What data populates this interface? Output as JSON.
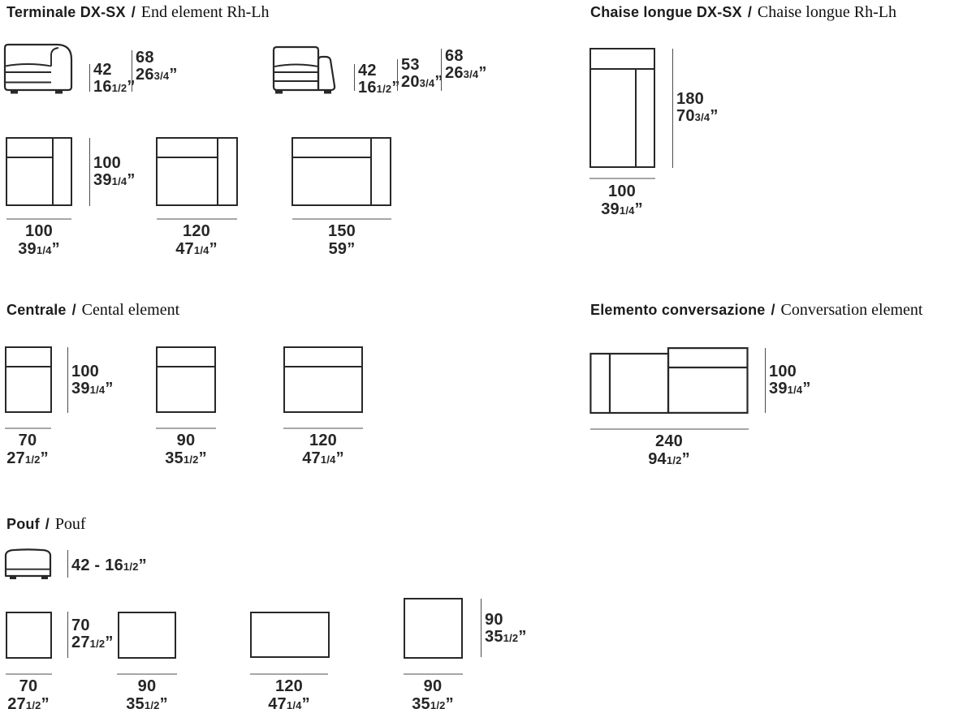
{
  "glyphs": {
    "inch": "”",
    "sep": "/"
  },
  "terminale": {
    "title_it": "Terminale DX-SX",
    "title_en": "End element Rh-Lh",
    "side1": {
      "dims": [
        {
          "cm": "42",
          "in": "16",
          "frac": "1/2"
        },
        {
          "cm": "68",
          "in": "26",
          "frac": "3/4"
        }
      ]
    },
    "side2": {
      "dims": [
        {
          "cm": "42",
          "in": "16",
          "frac": "1/2"
        },
        {
          "cm": "53",
          "in": "20",
          "frac": "3/4"
        },
        {
          "cm": "68",
          "in": "26",
          "frac": "3/4"
        }
      ]
    },
    "plans": [
      {
        "width": {
          "cm": "100",
          "in": "39",
          "frac": "1/4"
        },
        "height": {
          "cm": "100",
          "in": "39",
          "frac": "1/4"
        }
      },
      {
        "width": {
          "cm": "120",
          "in": "47",
          "frac": "1/4"
        }
      },
      {
        "width": {
          "cm": "150",
          "in": "59",
          "frac": ""
        }
      }
    ]
  },
  "chaise": {
    "title_it": "Chaise longue DX-SX",
    "title_en": "Chaise longue Rh-Lh",
    "height": {
      "cm": "180",
      "in": "70",
      "frac": "3/4"
    },
    "width": {
      "cm": "100",
      "in": "39",
      "frac": "1/4"
    }
  },
  "centrale": {
    "title_it": "Centrale",
    "title_en": "Cental element",
    "height": {
      "cm": "100",
      "in": "39",
      "frac": "1/4"
    },
    "plans": [
      {
        "width": {
          "cm": "70",
          "in": "27",
          "frac": "1/2"
        }
      },
      {
        "width": {
          "cm": "90",
          "in": "35",
          "frac": "1/2"
        }
      },
      {
        "width": {
          "cm": "120",
          "in": "47",
          "frac": "1/4"
        }
      }
    ]
  },
  "conversazione": {
    "title_it": "Elemento conversazione",
    "title_en": "Conversation element",
    "height": {
      "cm": "100",
      "in": "39",
      "frac": "1/4"
    },
    "width": {
      "cm": "240",
      "in": "94",
      "frac": "1/2"
    }
  },
  "pouf": {
    "title_it": "Pouf",
    "title_en": "Pouf",
    "side_dim": {
      "cm": "42 -",
      "in": "16",
      "frac": "1/2"
    },
    "plans": [
      {
        "width": {
          "cm": "70",
          "in": "27",
          "frac": "1/2"
        },
        "height": {
          "cm": "70",
          "in": "27",
          "frac": "1/2"
        }
      },
      {
        "width": {
          "cm": "90",
          "in": "35",
          "frac": "1/2"
        }
      },
      {
        "width": {
          "cm": "120",
          "in": "47",
          "frac": "1/4"
        }
      },
      {
        "width": {
          "cm": "90",
          "in": "35",
          "frac": "1/2"
        },
        "height": {
          "cm": "90",
          "in": "35",
          "frac": "1/2"
        }
      }
    ]
  }
}
